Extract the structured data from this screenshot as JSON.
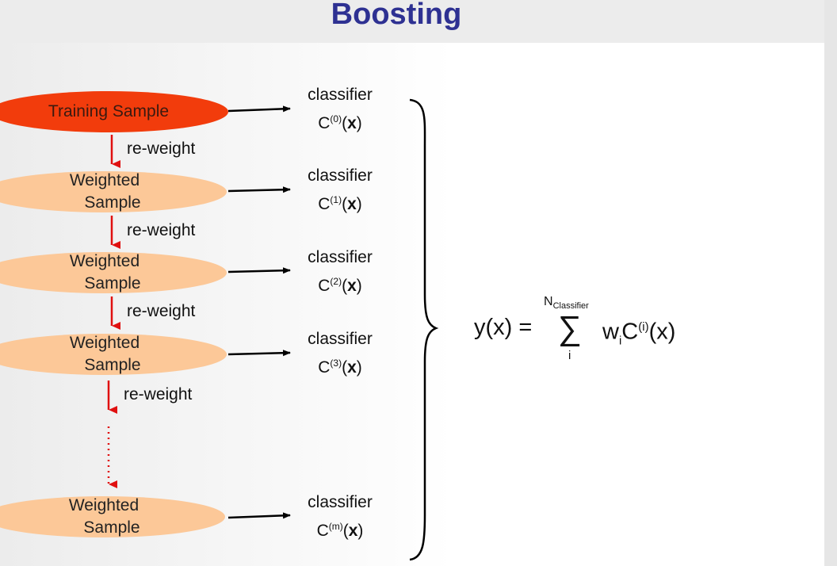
{
  "title": "Boosting",
  "training_sample": "Training Sample",
  "weighted_sample_line1": "Weighted",
  "weighted_sample_line2": "Sample",
  "reweight_label": "re-weight",
  "classifier_label": "classifier",
  "classifiers": [
    {
      "func": "C",
      "index": "(0)",
      "arg": "x"
    },
    {
      "func": "C",
      "index": "(1)",
      "arg": "x"
    },
    {
      "func": "C",
      "index": "(2)",
      "arg": "x"
    },
    {
      "func": "C",
      "index": "(3)",
      "arg": "x"
    },
    {
      "func": "C",
      "index": "(m)",
      "arg": "x"
    }
  ],
  "formula": {
    "lhs": "y(x) =",
    "sigma": "∑",
    "upper_limit": "N",
    "upper_limit_sub": "Classifier",
    "lower_limit": "i",
    "weight": "w",
    "weight_sub": "i",
    "func": "C",
    "func_sup": "(i)",
    "arg": "(x)"
  },
  "colors": {
    "title": "#2e3192",
    "training_sample_fill": "#f23c0c",
    "weighted_sample_fill": "#fcc898",
    "reweight_arrow": "#e01010",
    "connector_arrow": "#000000"
  }
}
